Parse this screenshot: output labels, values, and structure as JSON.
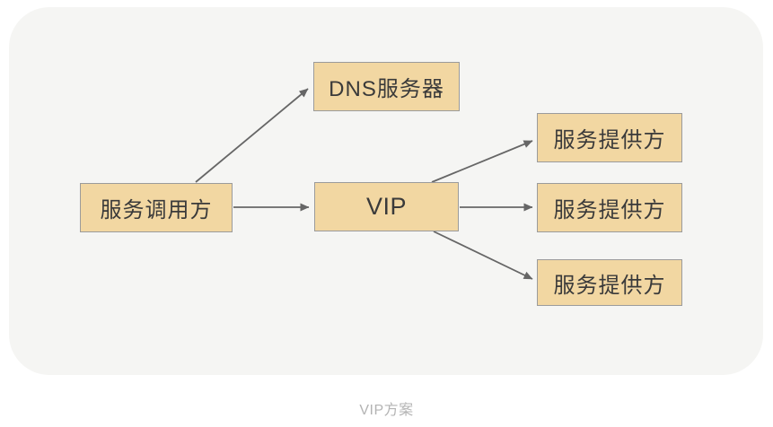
{
  "caption": "VIP方案",
  "colors": {
    "card_background": "#F5F5F3",
    "node_fill": "#F2D7A2",
    "node_border": "#9B9B9B",
    "node_text": "#3A3A3A",
    "arrow": "#666666",
    "caption_text": "#B3B3B3"
  },
  "diagram": {
    "nodes": [
      {
        "id": "service-caller",
        "label": "服务调用方"
      },
      {
        "id": "dns-server",
        "label": "DNS服务器"
      },
      {
        "id": "vip",
        "label": "VIP"
      },
      {
        "id": "provider-1",
        "label": "服务提供方"
      },
      {
        "id": "provider-2",
        "label": "服务提供方"
      },
      {
        "id": "provider-3",
        "label": "服务提供方"
      }
    ],
    "edges": [
      {
        "from": "service-caller",
        "to": "dns-server"
      },
      {
        "from": "service-caller",
        "to": "vip"
      },
      {
        "from": "vip",
        "to": "provider-1"
      },
      {
        "from": "vip",
        "to": "provider-2"
      },
      {
        "from": "vip",
        "to": "provider-3"
      }
    ]
  }
}
